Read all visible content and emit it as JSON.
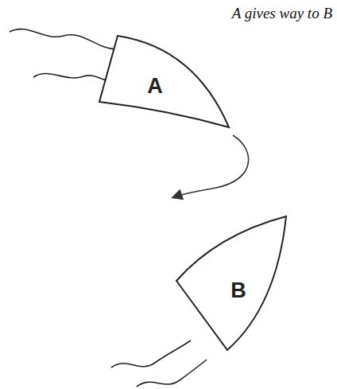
{
  "diagram": {
    "title": "A gives way to B",
    "nodes": [
      {
        "text": [
          "A"
        ]
      },
      {
        "text": [
          "B"
        ]
      }
    ]
  }
}
